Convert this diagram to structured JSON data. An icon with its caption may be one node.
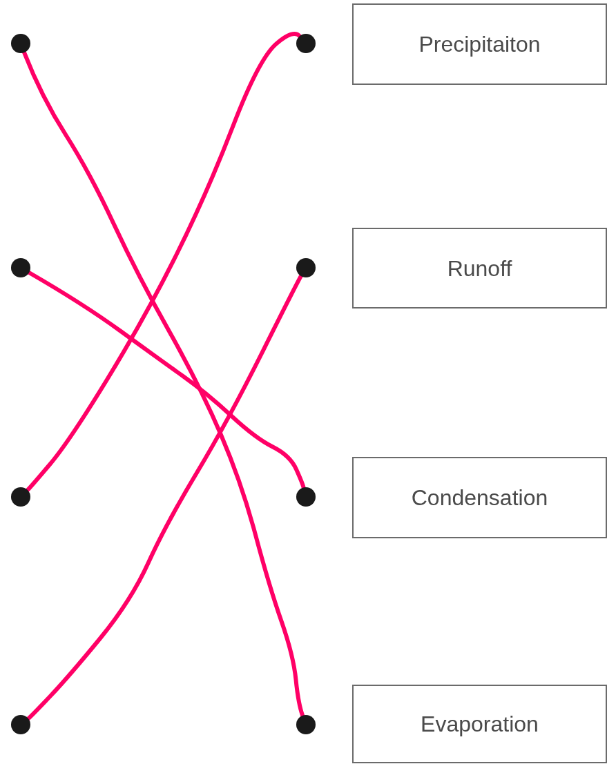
{
  "diagram": {
    "nodes": [
      {
        "text": [],
        "shape": "circle"
      },
      {
        "text": [],
        "shape": "circle"
      },
      {
        "text": [
          "Precipitaiton"
        ]
      },
      {
        "text": [],
        "shape": "circle"
      },
      {
        "text": [],
        "shape": "circle"
      },
      {
        "text": [
          "Runoff"
        ]
      },
      {
        "text": [],
        "shape": "circle"
      },
      {
        "text": [],
        "shape": "circle"
      },
      {
        "text": [
          "Condensation"
        ]
      },
      {
        "text": [],
        "shape": "circle"
      },
      {
        "text": [],
        "shape": "circle"
      },
      {
        "text": [
          "Evaporation"
        ]
      }
    ],
    "edges": [
      {
        "from": 0,
        "to": 10,
        "arrow": "none"
      },
      {
        "from": 1,
        "to": 6,
        "arrow": "none"
      },
      {
        "from": 3,
        "to": 7,
        "arrow": "none"
      },
      {
        "from": 4,
        "to": 9,
        "arrow": "none"
      }
    ]
  }
}
